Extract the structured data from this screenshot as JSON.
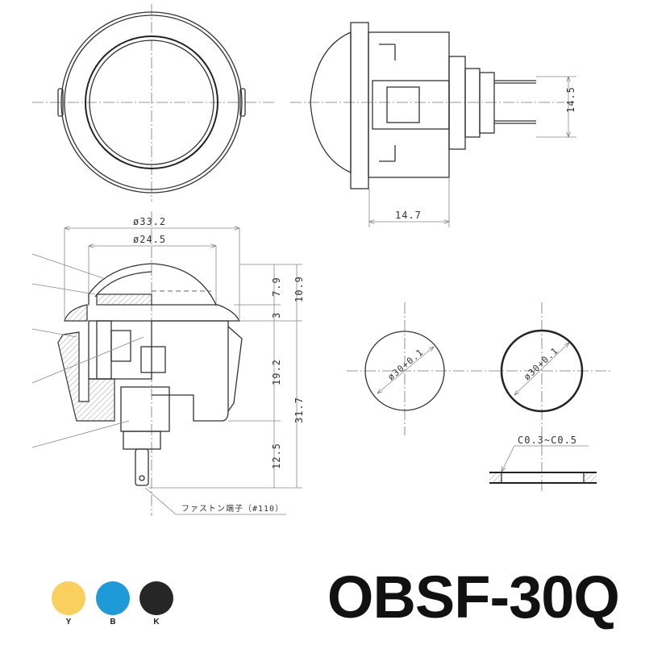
{
  "model": "OBSF-30Q",
  "dimensions": {
    "outer_diameter": "ø33.2",
    "cap_diameter": "ø24.5",
    "cap_height": "7.9",
    "top_height": "10.9",
    "flange": "3",
    "body_depth": "19.2",
    "total_depth": "31.7",
    "terminal_length": "12.5",
    "terminal_spacing": "14.5",
    "side_depth": "14.7",
    "hole_diameter": "ø30+0.1",
    "chamfer": "C0.3~C0.5"
  },
  "terminal_label": "ファストン端子（#110）",
  "swatches": [
    {
      "label": "Y",
      "color": "#f9cf5e"
    },
    {
      "label": "B",
      "color": "#1e9ad8"
    },
    {
      "label": "K",
      "color": "#262626"
    }
  ]
}
